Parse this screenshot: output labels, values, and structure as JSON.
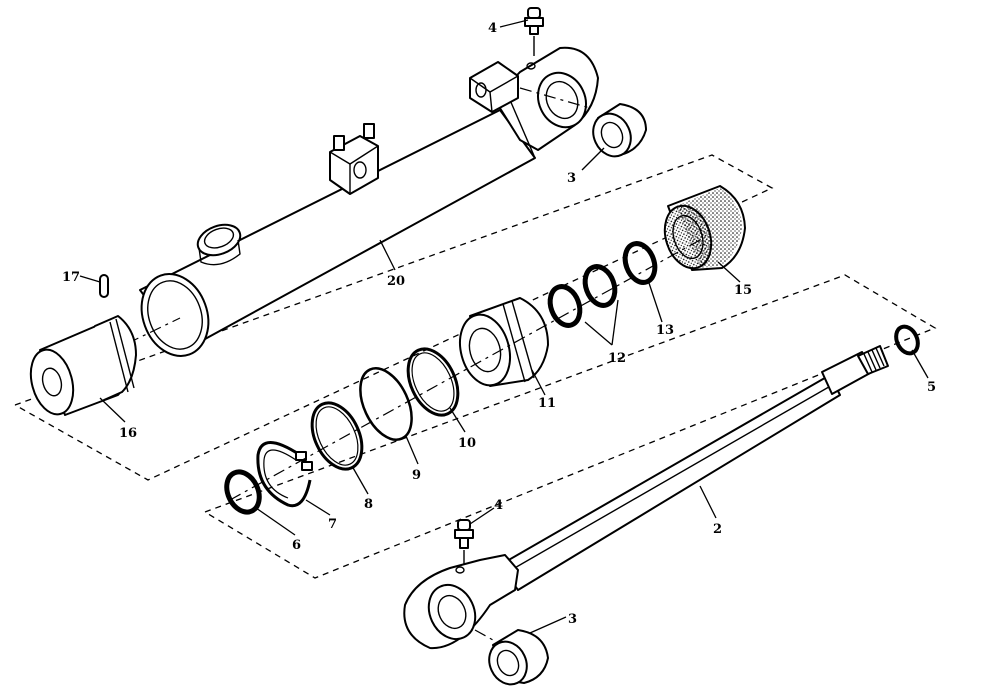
{
  "diagram": {
    "line_color": "#000000",
    "background": "#ffffff",
    "callouts": {
      "grease_fitting_top": "4",
      "bushing_top": "3",
      "barrel": "20",
      "pin": "17",
      "gland": "16",
      "piston_seal": "15",
      "ring_13": "13",
      "rings_12": "12",
      "piston": "11",
      "oring_10": "10",
      "ring_9": "9",
      "ring_8": "8",
      "snap_ring": "7",
      "wiper": "6",
      "rod_oring": "5",
      "rod": "2",
      "grease_fitting_bottom": "4",
      "bushing_bottom": "3"
    }
  }
}
